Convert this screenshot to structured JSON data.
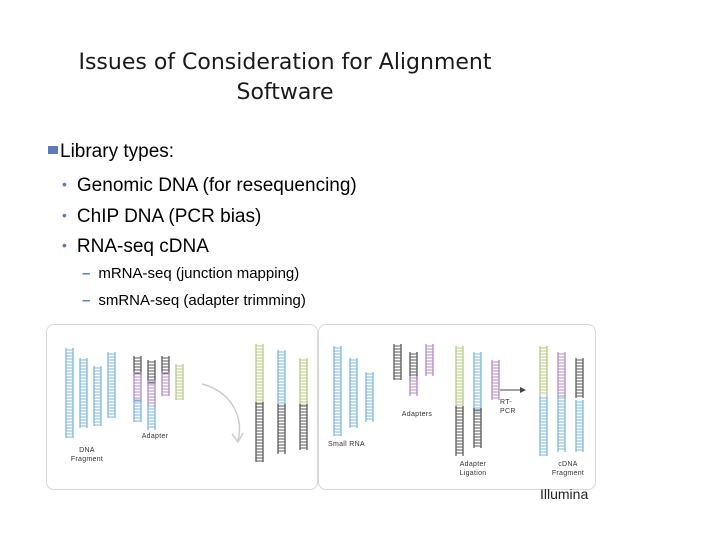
{
  "slide": {
    "title_line1": "Issues of Consideration for Alignment",
    "title_line2": "Software",
    "main_bullet": "Library types:",
    "sub_bullets": [
      "Genomic DNA (for resequencing)",
      "ChIP DNA (PCR bias)",
      "RNA-seq cDNA"
    ],
    "sub_sub_bullets": [
      "mRNA-seq (junction mapping)",
      "smRNA-seq (adapter trimming)"
    ],
    "credit": "Illumina"
  },
  "figure": {
    "left_panel": {
      "adapter_label": "Adapter",
      "dna_fragment_label": "DNA\nFragment"
    },
    "right_panel": {
      "adapters_label": "Adapters",
      "rt_pcr_label": "RT-\nPCR",
      "small_rna_label": "Small RNA",
      "adapter_ligation_label": "Adapter\nLigation",
      "cdna_fragment_label": "cDNA\nFragment"
    },
    "colors": {
      "blue": "#7fb7de",
      "green": "#b6cc7f",
      "purple": "#b48ac6",
      "dark": "#5a5a5a",
      "bullet_accent": "#5a7dbb"
    }
  }
}
